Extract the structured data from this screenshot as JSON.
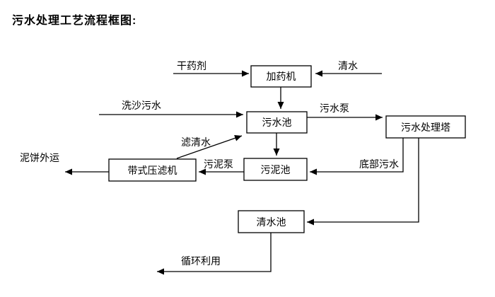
{
  "title": "污水处理工艺流程框图:",
  "diagram": {
    "type": "flowchart",
    "colors": {
      "stroke": "#000000",
      "box_fill": "#ffffff",
      "text": "#000000",
      "background": "#ffffff"
    },
    "nodes": [
      {
        "id": "dosing-machine",
        "label": "加药机"
      },
      {
        "id": "sewage-pool",
        "label": "污水池"
      },
      {
        "id": "treatment-tower",
        "label": "污水处理塔"
      },
      {
        "id": "sludge-pool",
        "label": "污泥池"
      },
      {
        "id": "belt-filter-press",
        "label": "带式压滤机"
      },
      {
        "id": "clear-water-pool",
        "label": "清水池"
      }
    ],
    "edge_labels": [
      {
        "id": "dry-agent",
        "text": "干药剂"
      },
      {
        "id": "clear-water-in",
        "text": "清水"
      },
      {
        "id": "sand-washing-sewage",
        "text": "洗沙污水"
      },
      {
        "id": "sewage-pump",
        "text": "污水泵"
      },
      {
        "id": "filtered-water",
        "text": "滤清水"
      },
      {
        "id": "sludge-pump",
        "text": "污泥泵"
      },
      {
        "id": "bottom-sewage",
        "text": "底部污水"
      },
      {
        "id": "mud-cake-out",
        "text": "泥饼外运"
      },
      {
        "id": "recycle-use",
        "text": "循环利用"
      }
    ],
    "edges": [
      {
        "from": "干药剂",
        "to": "加药机"
      },
      {
        "from": "清水",
        "to": "加药机"
      },
      {
        "from": "加药机",
        "to": "污水池"
      },
      {
        "from": "洗沙污水",
        "to": "污水池"
      },
      {
        "from": "污水池",
        "to": "污水处理塔",
        "label": "污水泵"
      },
      {
        "from": "污水池",
        "to": "污泥池"
      },
      {
        "from": "带式压滤机",
        "to": "污水池",
        "label": "滤清水"
      },
      {
        "from": "污泥池",
        "to": "带式压滤机",
        "label": "污泥泵"
      },
      {
        "from": "污水处理塔",
        "to": "污泥池",
        "label": "底部污水"
      },
      {
        "from": "带式压滤机",
        "to": "泥饼外运"
      },
      {
        "from": "污水处理塔",
        "to": "清水池"
      },
      {
        "from": "清水池",
        "to": "循环利用"
      }
    ]
  }
}
